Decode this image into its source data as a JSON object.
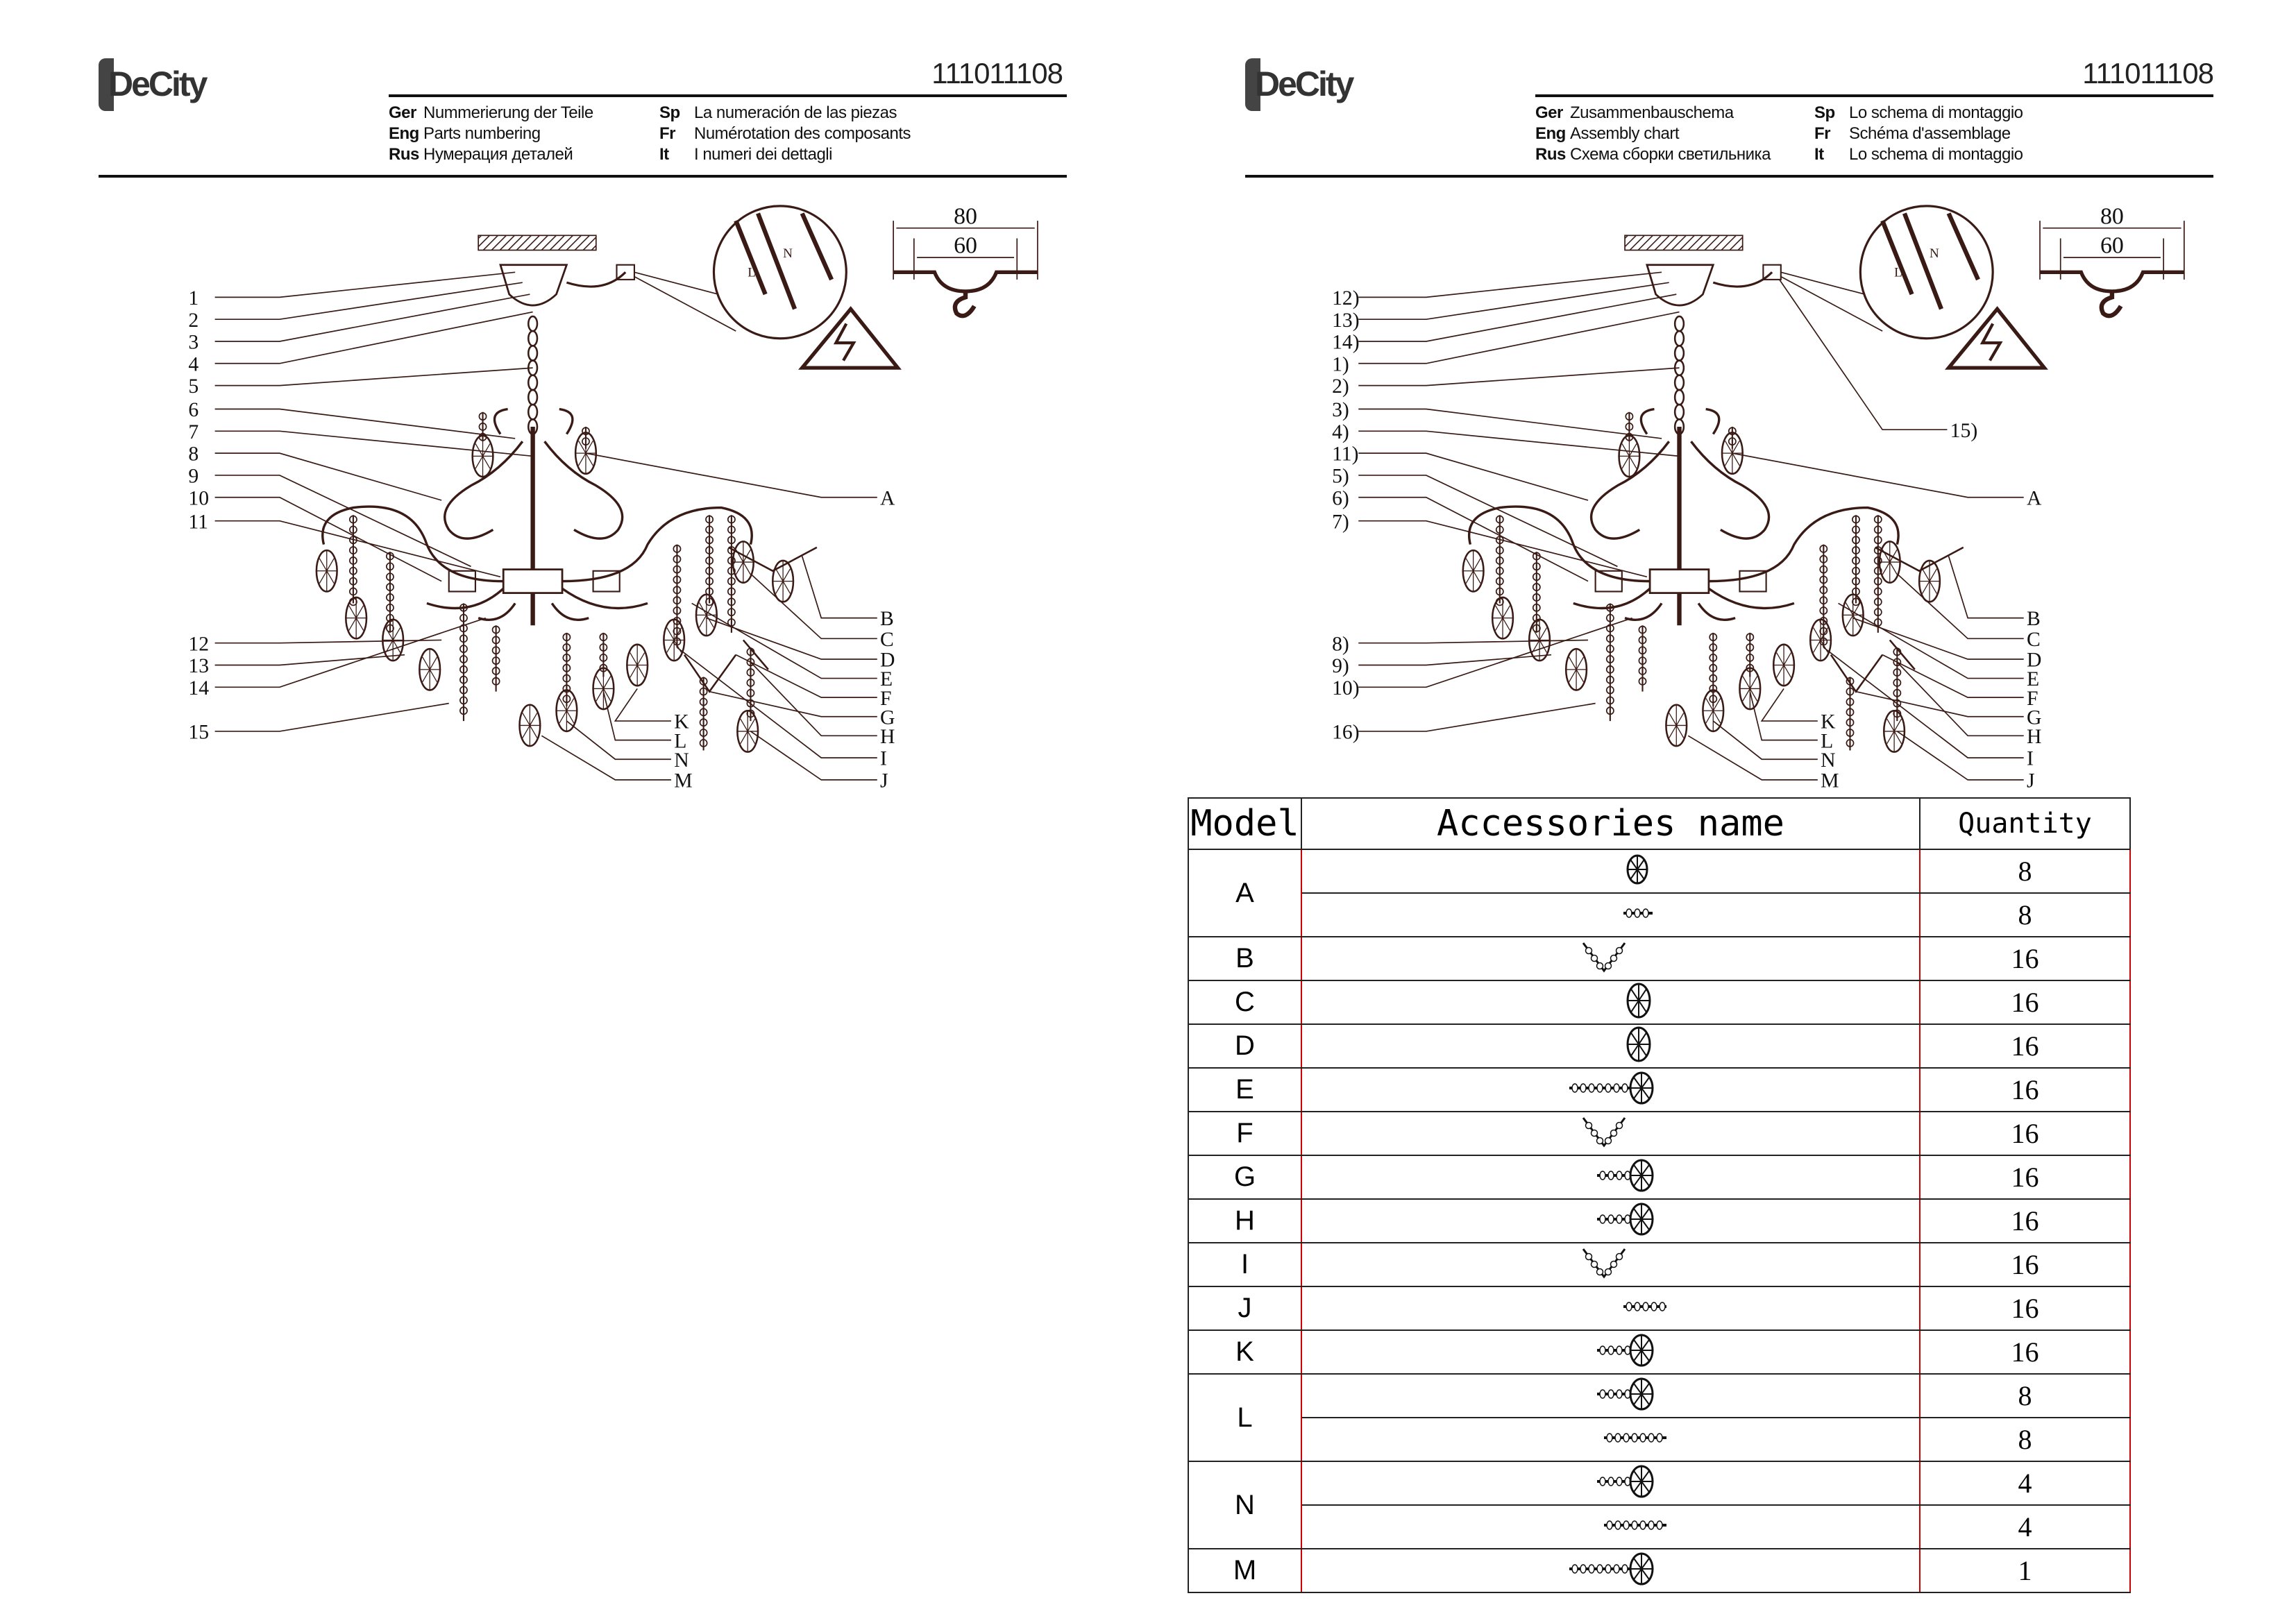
{
  "brand": "DeCity",
  "pages": [
    {
      "doc_number": "111011108",
      "header": [
        {
          "lang": "Ger",
          "text": "Nummerierung der Teile"
        },
        {
          "lang": "Eng",
          "text": "Parts numbering"
        },
        {
          "lang": "Rus",
          "text": "Нумерация деталей"
        },
        {
          "lang": "Sp",
          "text": "La numeración de las piezas"
        },
        {
          "lang": "Fr",
          "text": "Numérotation des composants"
        },
        {
          "lang": "It",
          "text": "I numeri dei dettagli"
        }
      ],
      "left_labels": [
        "1",
        "2",
        "3",
        "4",
        "5",
        "6",
        "7",
        "8",
        "9",
        "10",
        "11",
        "12",
        "13",
        "14",
        "15"
      ],
      "right_labels": [
        "A",
        "B",
        "C",
        "D",
        "E",
        "F",
        "G",
        "H",
        "I",
        "J",
        "K",
        "L",
        "N",
        "M"
      ],
      "extra_label": ""
    },
    {
      "doc_number": "111011108",
      "header": [
        {
          "lang": "Ger",
          "text": "Zusammenbauschema"
        },
        {
          "lang": "Eng",
          "text": "Assembly chart"
        },
        {
          "lang": "Rus",
          "text": "Схема сборки светильника"
        },
        {
          "lang": "Sp",
          "text": "Lo schema di montaggio"
        },
        {
          "lang": "Fr",
          "text": "Schéma d'assemblage"
        },
        {
          "lang": "It",
          "text": "Lo schema di montaggio"
        }
      ],
      "left_labels": [
        "12)",
        "13)",
        "14)",
        "1)",
        "2)",
        "3)",
        "4)",
        "11)",
        "5)",
        "6)",
        "7)",
        "8)",
        "9)",
        "10)",
        "16)"
      ],
      "right_labels": [
        "A",
        "B",
        "C",
        "D",
        "E",
        "F",
        "G",
        "H",
        "I",
        "J",
        "K",
        "L",
        "N",
        "M"
      ],
      "extra_label": "15)"
    }
  ],
  "dimensions": {
    "outer": "80",
    "inner": "60"
  },
  "wiring": {
    "l": "L",
    "n": "N"
  },
  "table": {
    "headers": {
      "model": "Model",
      "name": "Accessories name",
      "quantity": "Quantity"
    },
    "groups": [
      {
        "model": "A",
        "items": [
          {
            "icon": "drop-small",
            "qty": "8"
          },
          {
            "icon": "beads-short",
            "qty": "8"
          }
        ]
      },
      {
        "model": "B",
        "items": [
          {
            "icon": "v-chain",
            "qty": "16"
          }
        ]
      },
      {
        "model": "C",
        "items": [
          {
            "icon": "drop",
            "qty": "16"
          }
        ]
      },
      {
        "model": "D",
        "items": [
          {
            "icon": "drop",
            "qty": "16"
          }
        ]
      },
      {
        "model": "E",
        "items": [
          {
            "icon": "chain-long-drop",
            "qty": "16"
          }
        ]
      },
      {
        "model": "F",
        "items": [
          {
            "icon": "v-chain",
            "qty": "16"
          }
        ]
      },
      {
        "model": "G",
        "items": [
          {
            "icon": "chain-drop",
            "qty": "16"
          }
        ]
      },
      {
        "model": "H",
        "items": [
          {
            "icon": "chain-drop",
            "qty": "16"
          }
        ]
      },
      {
        "model": "I",
        "items": [
          {
            "icon": "v-chain",
            "qty": "16"
          }
        ]
      },
      {
        "model": "J",
        "items": [
          {
            "icon": "beads",
            "qty": "16"
          }
        ]
      },
      {
        "model": "K",
        "items": [
          {
            "icon": "chain-drop",
            "qty": "16"
          }
        ]
      },
      {
        "model": "L",
        "items": [
          {
            "icon": "chain-drop",
            "qty": "8"
          },
          {
            "icon": "beads-long",
            "qty": "8"
          }
        ]
      },
      {
        "model": "N",
        "items": [
          {
            "icon": "chain-drop",
            "qty": "4"
          },
          {
            "icon": "beads-long",
            "qty": "4"
          }
        ]
      },
      {
        "model": "M",
        "items": [
          {
            "icon": "chain-long-drop",
            "qty": "1"
          }
        ]
      }
    ]
  }
}
